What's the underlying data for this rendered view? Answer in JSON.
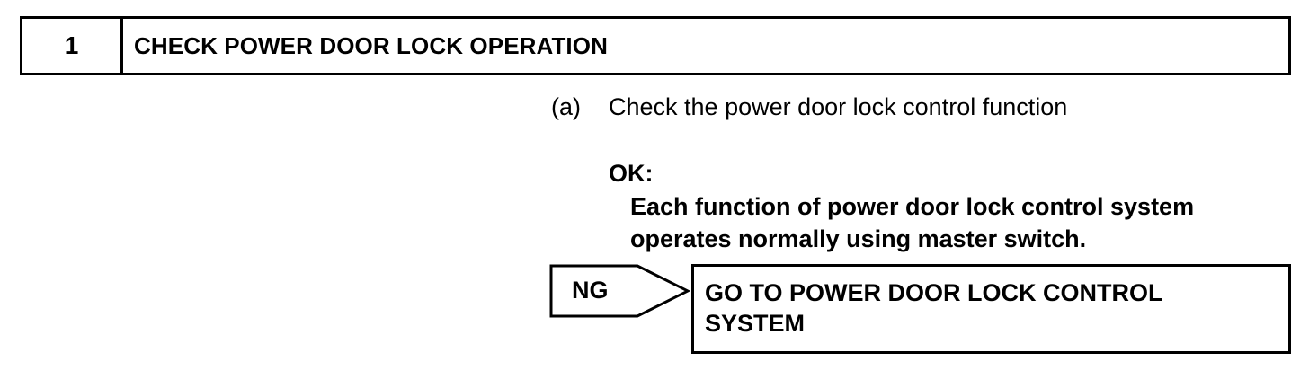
{
  "step": {
    "number": "1",
    "title": "CHECK POWER DOOR LOCK OPERATION"
  },
  "procedure": {
    "marker": "(a)",
    "text": "Check the power door lock control function"
  },
  "ok": {
    "label": "OK:",
    "lines": [
      "Each function of power door lock control system",
      "operates normally using master switch."
    ]
  },
  "ng": {
    "label": "NG",
    "result_lines": [
      "GO TO POWER DOOR LOCK CONTROL",
      "SYSTEM"
    ]
  }
}
